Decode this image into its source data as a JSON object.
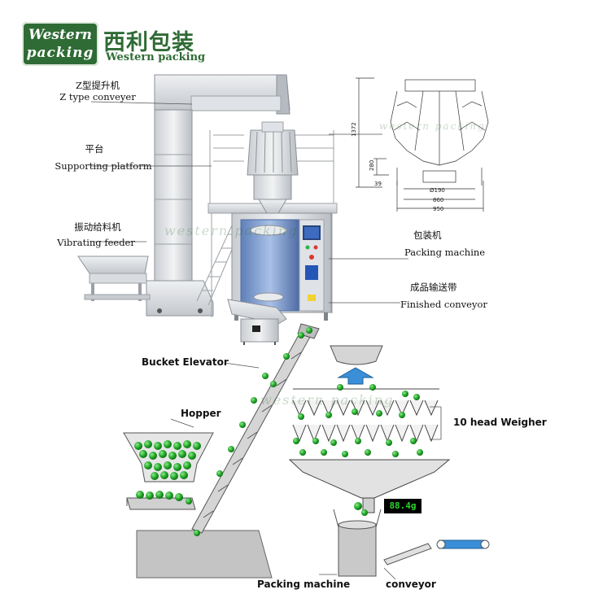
{
  "logo": {
    "line1": "Western",
    "line2": "packing",
    "cn_name": "西利包装",
    "en_name": "Western packing"
  },
  "labels": {
    "z_conveyor_cn": "Z型提升机",
    "z_conveyor_en": "Z type conveyer",
    "platform_cn": "平台",
    "platform_en": "Supporting platform",
    "feeder_cn": "振动给料机",
    "feeder_en": "Vibrating feeder",
    "packing_cn": "包装机",
    "packing_en": "Packing machine",
    "finished_cn": "成品输送带",
    "finished_en": "Finished conveyor"
  },
  "dimensions": {
    "height": "1372",
    "d280": "280",
    "d39": "39",
    "dia": "Ø190",
    "w860": "860",
    "w950": "950"
  },
  "process": {
    "bucket_elevator": "Bucket Elevator",
    "hopper": "Hopper",
    "weigher": "10 head Weigher",
    "packing_machine": "Packing machine",
    "conveyor": "conveyor",
    "scale_readout": "88.4g"
  },
  "watermark": "western packing",
  "colors": {
    "brand_green": "#2f6b35",
    "product_green": "#22a32a",
    "arrow_blue": "#3a8fd8"
  }
}
